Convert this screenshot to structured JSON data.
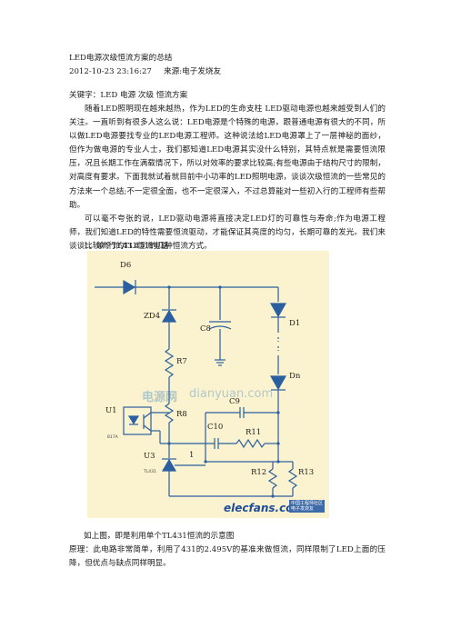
{
  "article": {
    "title": "LED电源次级恒流方案的总结",
    "date": "2012-10-23 23:16:27",
    "source": "来源:电子发烧友",
    "keywords": "关键字：LED  电源  次级  恒流方案",
    "para1": "随着LED照明现在越来越热，作为LED的生命支柱   LED驱动电源也越来越受到人们的关注。一直听到有很多人这么说：LED电源是个特殊的电源，跟普通电源有很大的不同，所以做LED电源要找专业的LED电源工程师。这种说法给LED电源罩上了一层神秘的面纱，但作为做电源的专业人士，我们都知道LED电源其实没什么特别，其特点就是需要恒流限压，况且长期工作在满载情况下，所以对效率的要求比较高;有些电源由于结构尺寸的限制，对高度有要求。下面我就试着就目前中小功率的LED照明电源，谈谈次级恒流的一些常见的方法来一个总结;不一定很全面，也不一定很深入，不过总算能对一些初入行的工程师有些帮助。",
    "para2": "可以毫不夸张的说，LED驱动电源将直接决定LED灯的可靠性与寿命;作为电源工程师，我们知道LED的特性需要恒流驱动，才能保证其亮度的均匀，长期可靠的发光。我们来谈谈比较流行的TL431的几种恒流方式。",
    "section1": "1、单个TL431恒流电路",
    "caption": "如上图，即是利用单个TL431恒流的示意图",
    "para3": "原理：此电路非常简单，利用了431的2.495V的基准来做恒流，同样限制了LED上面的压降，但优点与缺点同样明显。"
  },
  "figure": {
    "labels": {
      "d6": "D6",
      "zd4": "ZD4",
      "c8": "C8",
      "d1": "D1",
      "dn": "Dn",
      "r7": "R7",
      "r8": "R8",
      "u1": "U1",
      "u1_part": "817A",
      "c9": "C9",
      "c10": "C10",
      "r11": "R11",
      "u3": "U3",
      "u3_part": "TL431",
      "node1": "1",
      "r12": "R12",
      "r13": "R13"
    },
    "watermark_cn": "电源网",
    "watermark_en": "dianyuan.com",
    "logo": "elecfans.com",
    "logo_badge_line1": "中国工程师社区",
    "logo_badge_line2": "电子发烧友"
  }
}
